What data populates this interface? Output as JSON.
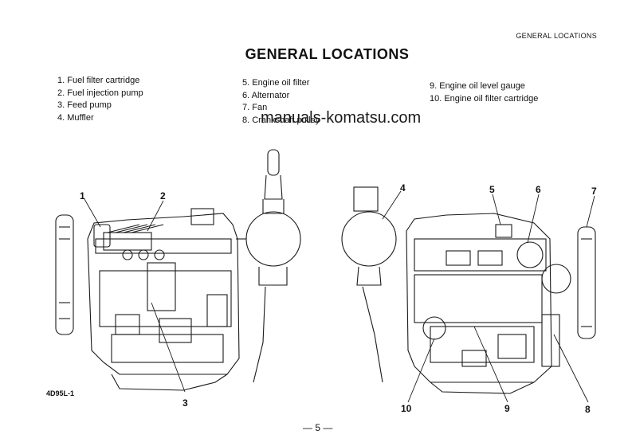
{
  "header": {
    "section_label": "GENERAL LOCATIONS"
  },
  "title": "GENERAL LOCATIONS",
  "legend": {
    "col1": [
      "1. Fuel filter cartridge",
      "2. Fuel injection pump",
      "3. Feed pump",
      "4. Muffler"
    ],
    "col2": [
      "5. Engine oil filter",
      "6. Alternator",
      "7. Fan",
      "8. Crankshaft pulley"
    ],
    "col3": [
      "9. Engine oil level gauge",
      "10. Engine oil filter cartridge"
    ]
  },
  "watermark": "manuals-komatsu.com",
  "figure": {
    "model_label": "4D95L-1",
    "callouts": [
      "1",
      "2",
      "3",
      "4",
      "5",
      "6",
      "7",
      "8",
      "9",
      "10"
    ]
  },
  "page_number": "— 5 —"
}
